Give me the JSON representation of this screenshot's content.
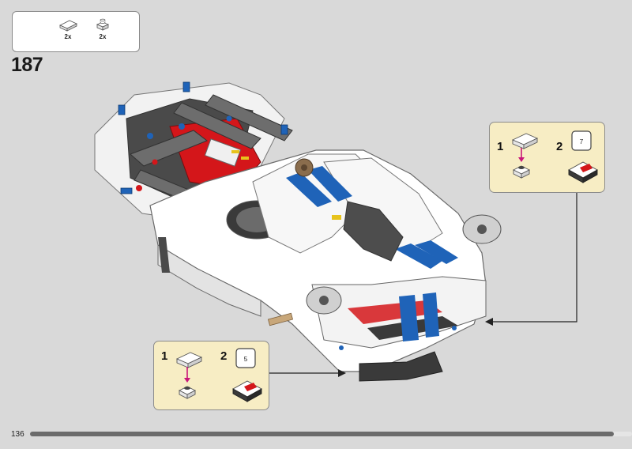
{
  "parts_list": {
    "items": [
      {
        "icon": "white-slope-tile-icon",
        "count": "2x"
      },
      {
        "icon": "white-round-stud-icon",
        "count": "2x"
      }
    ]
  },
  "step": {
    "number": "187"
  },
  "callout_right": {
    "sub1": "1",
    "sub2": "2",
    "sticker": "7"
  },
  "callout_left": {
    "sub1": "1",
    "sub2": "2",
    "sticker": "5"
  },
  "footer": {
    "page_number": "136",
    "progress": 0.97
  },
  "colors": {
    "background": "#d9d9d9",
    "callout_bg": "#f7edc4",
    "stripe_blue": "#1f63b8",
    "body_white": "#ffffff",
    "frame_gray": "#5a5a5a",
    "accent_red": "#d4161a",
    "arrow_magenta": "#c8157a"
  }
}
